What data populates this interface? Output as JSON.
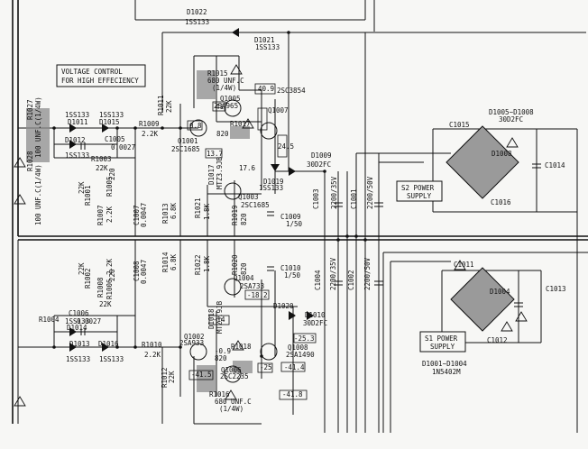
{
  "boxes": {
    "voltage_control_1": "VOLTAGE CONTROL",
    "voltage_control_2": "FOR HIGH EFFECIENCY",
    "s2_1": "S2 POWER",
    "s2_2": "SUPPLY",
    "s1_1": "S1 POWER",
    "s1_2": "SUPPLY"
  },
  "labels_h": [
    {
      "id": "d1022",
      "text": "D1022"
    },
    {
      "id": "d1022_part",
      "text": "1SS133"
    },
    {
      "id": "d1021",
      "text": "D1021"
    },
    {
      "id": "d1021_part",
      "text": "1SS133"
    },
    {
      "id": "r1015",
      "text": "R1015"
    },
    {
      "id": "r1015_val",
      "text": "680 UNF.C"
    },
    {
      "id": "r1015_w",
      "text": "(1/4W)"
    },
    {
      "id": "q1005",
      "text": "Q1005"
    },
    {
      "id": "q1005_part",
      "text": "2SA965"
    },
    {
      "id": "v409",
      "text": "40.9"
    },
    {
      "id": "v41",
      "text": "41"
    },
    {
      "id": "q1007",
      "text": "Q1007"
    },
    {
      "id": "q1007_part",
      "text": "2SC3854"
    },
    {
      "id": "r1017",
      "text": "R1017"
    },
    {
      "id": "r1017_val",
      "text": "820"
    },
    {
      "id": "v08",
      "text": "0.8"
    },
    {
      "id": "q1001",
      "text": "Q1001"
    },
    {
      "id": "q1001_part",
      "text": "2SC1685"
    },
    {
      "id": "v137",
      "text": "13.7"
    },
    {
      "id": "v176",
      "text": "17.6"
    },
    {
      "id": "v245",
      "text": "24.5"
    },
    {
      "id": "r1009",
      "text": "R1009"
    },
    {
      "id": "r1009_val",
      "text": "2.2K"
    },
    {
      "id": "ss_a",
      "text": "1SS133"
    },
    {
      "id": "ss_b",
      "text": "1SS133"
    },
    {
      "id": "d1011",
      "text": "D1011"
    },
    {
      "id": "d1015",
      "text": "D1015"
    },
    {
      "id": "d1012",
      "text": "D1012"
    },
    {
      "id": "c1005",
      "text": "C1005"
    },
    {
      "id": "c1005_val",
      "text": "0.0027"
    },
    {
      "id": "ss_c",
      "text": "1SS133"
    },
    {
      "id": "r1003",
      "text": "R1003"
    },
    {
      "id": "r1003_val",
      "text": "22K"
    },
    {
      "id": "q1003",
      "text": "Q1003"
    },
    {
      "id": "q1003_part",
      "text": "2SC1685"
    },
    {
      "id": "d1019",
      "text": "D1019"
    },
    {
      "id": "d1019_part",
      "text": "1SS133"
    },
    {
      "id": "d1009",
      "text": "D1009"
    },
    {
      "id": "d1009_part",
      "text": "30D2FC"
    },
    {
      "id": "c1015",
      "text": "C1015"
    },
    {
      "id": "d1005_d1008",
      "text": "D1005~D1008"
    },
    {
      "id": "d30d2fc_top",
      "text": "30D2FC"
    },
    {
      "id": "c1014",
      "text": "C1014"
    },
    {
      "id": "d1008",
      "text": "D1008"
    },
    {
      "id": "c1016",
      "text": "C1016"
    },
    {
      "id": "c1009",
      "text": "C1009"
    },
    {
      "id": "c1009_val",
      "text": "1/50"
    },
    {
      "id": "c1010",
      "text": "C1010"
    },
    {
      "id": "c1010_val",
      "text": "1/50"
    },
    {
      "id": "q1004",
      "text": "Q1004"
    },
    {
      "id": "q1004_part",
      "text": "2SA733"
    },
    {
      "id": "vm182",
      "text": "-18.2"
    },
    {
      "id": "d1020",
      "text": "D1020"
    },
    {
      "id": "d1010",
      "text": "D1010"
    },
    {
      "id": "d1010_part",
      "text": "30D2FC"
    },
    {
      "id": "c1011",
      "text": "C1011"
    },
    {
      "id": "d1004",
      "text": "D1004"
    },
    {
      "id": "c1013",
      "text": "C1013"
    },
    {
      "id": "vm14",
      "text": "-14"
    },
    {
      "id": "q1002",
      "text": "Q1002"
    },
    {
      "id": "q1002_part",
      "text": "2SA933"
    },
    {
      "id": "r1004",
      "text": "R1004"
    },
    {
      "id": "r1004_val",
      "text": "22K"
    },
    {
      "id": "c1006",
      "text": "C1006"
    },
    {
      "id": "c1006_val",
      "text": "0.0027"
    },
    {
      "id": "ss_d",
      "text": "1SS133"
    },
    {
      "id": "d1014",
      "text": "D1014"
    },
    {
      "id": "d1013",
      "text": "D1013"
    },
    {
      "id": "d1016",
      "text": "D1016"
    },
    {
      "id": "ss_e",
      "text": "1SS133"
    },
    {
      "id": "ss_f",
      "text": "1SS133"
    },
    {
      "id": "r1010",
      "text": "R1010"
    },
    {
      "id": "r1010_val",
      "text": "2.2K"
    },
    {
      "id": "vm253",
      "text": "-25.3"
    },
    {
      "id": "q1008",
      "text": "Q1008"
    },
    {
      "id": "q1008_part",
      "text": "2SA1490"
    },
    {
      "id": "vm25",
      "text": "-25"
    },
    {
      "id": "vm414",
      "text": "-41.4"
    },
    {
      "id": "r1018",
      "text": "R1018"
    },
    {
      "id": "r1018_val",
      "text": "820"
    },
    {
      "id": "vm09",
      "text": "-0.9"
    },
    {
      "id": "vm415",
      "text": "-41.5"
    },
    {
      "id": "q1006",
      "text": "Q1006"
    },
    {
      "id": "q1006_part",
      "text": "2SC2235"
    },
    {
      "id": "vm418",
      "text": "-41.8"
    },
    {
      "id": "r1016",
      "text": "R1016"
    },
    {
      "id": "r1016_val",
      "text": "680 UNF.C"
    },
    {
      "id": "r1016_w",
      "text": "(1/4W)"
    },
    {
      "id": "c1012",
      "text": "C1012"
    },
    {
      "id": "d1001_d1004",
      "text": "D1001~D1004"
    },
    {
      "id": "in5402m",
      "text": "1N5402M"
    }
  ],
  "labels_v": [
    {
      "id": "r1027",
      "text": "R1027"
    },
    {
      "id": "r1027_val",
      "text": "100 UNF.C(1/4W)"
    },
    {
      "id": "r1028",
      "text": "R1028"
    },
    {
      "id": "r1028_val",
      "text": "100 UNF.C(1/4W)"
    },
    {
      "id": "r1011",
      "text": "R1011"
    },
    {
      "id": "r1011_val",
      "text": "22K"
    },
    {
      "id": "d1017",
      "text": "D1017"
    },
    {
      "id": "d1017_part",
      "text": "MTZ3.9JB"
    },
    {
      "id": "r1001",
      "text": "R1001"
    },
    {
      "id": "r1001_val",
      "text": "22K"
    },
    {
      "id": "r1005",
      "text": "R1005"
    },
    {
      "id": "r1005_val",
      "text": "220"
    },
    {
      "id": "r1007",
      "text": "R1007"
    },
    {
      "id": "r1007_val",
      "text": "2.2K"
    },
    {
      "id": "c1007",
      "text": "C1007"
    },
    {
      "id": "c1007_val",
      "text": "0.0047"
    },
    {
      "id": "r1013",
      "text": "R1013"
    },
    {
      "id": "r1013_val",
      "text": "6.8K"
    },
    {
      "id": "r1021",
      "text": "R1021"
    },
    {
      "id": "r1021_val",
      "text": "1.8K"
    },
    {
      "id": "r1019",
      "text": "R1019"
    },
    {
      "id": "r1019_val",
      "text": "820"
    },
    {
      "id": "c1003",
      "text": "C1003"
    },
    {
      "id": "c1003_val",
      "text": "2200/35V"
    },
    {
      "id": "c1001",
      "text": "C1001"
    },
    {
      "id": "c1001_val",
      "text": "2200/50V"
    },
    {
      "id": "r1002",
      "text": "R1002"
    },
    {
      "id": "r1002_val",
      "text": "22K"
    },
    {
      "id": "r1008",
      "text": "R1008"
    },
    {
      "id": "r1008_val",
      "text": "2.2K"
    },
    {
      "id": "c1008",
      "text": "C1008"
    },
    {
      "id": "c1008_val",
      "text": "0.0047"
    },
    {
      "id": "r1014",
      "text": "R1014"
    },
    {
      "id": "r1014_val",
      "text": "6.8K"
    },
    {
      "id": "r1006",
      "text": "R1006"
    },
    {
      "id": "r1006_val",
      "text": "220"
    },
    {
      "id": "r1022",
      "text": "R1022"
    },
    {
      "id": "r1022_val",
      "text": "1.8K"
    },
    {
      "id": "r1020",
      "text": "R1020"
    },
    {
      "id": "r1020_val",
      "text": "820"
    },
    {
      "id": "c1004",
      "text": "C1004"
    },
    {
      "id": "c1004_val",
      "text": "2200/35V"
    },
    {
      "id": "c1002",
      "text": "C1002"
    },
    {
      "id": "c1002_val",
      "text": "2200/50V"
    },
    {
      "id": "d1018",
      "text": "D1018"
    },
    {
      "id": "d1018_part",
      "text": "MTZ3.9JB"
    },
    {
      "id": "r1012",
      "text": "R1012"
    },
    {
      "id": "r1012_val",
      "text": "22K"
    }
  ]
}
